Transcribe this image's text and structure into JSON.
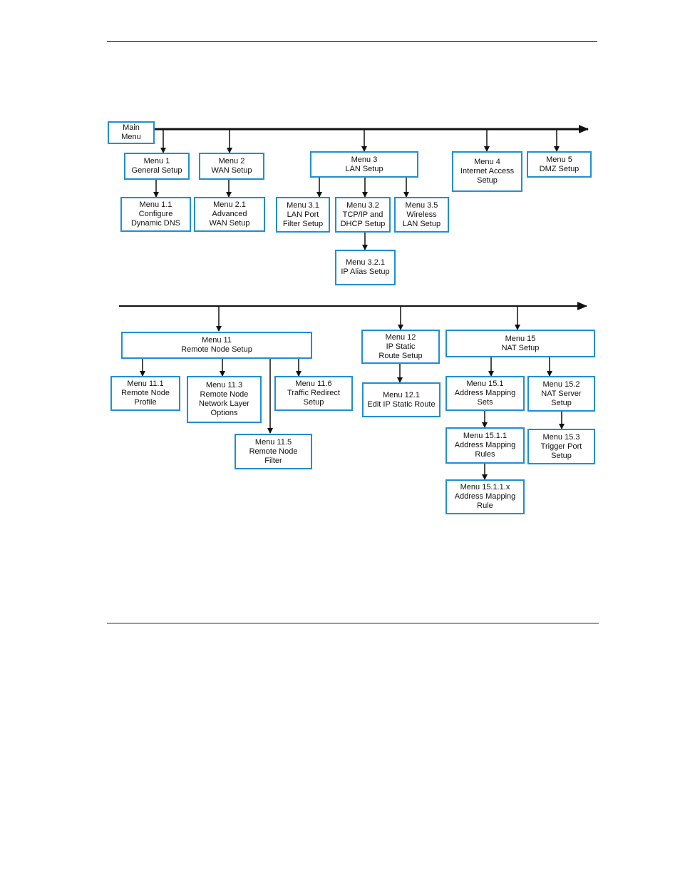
{
  "menus": {
    "main": "Main\nMenu",
    "m1": "Menu 1\nGeneral Setup",
    "m2": "Menu 2\nWAN Setup",
    "m3": "Menu 3\nLAN Setup",
    "m4": "Menu 4\nInternet Access\nSetup",
    "m5": "Menu 5\nDMZ Setup",
    "m1_1": "Menu 1.1\nConfigure\nDynamic DNS",
    "m2_1": "Menu 2.1\nAdvanced\nWAN Setup",
    "m3_1": "Menu 3.1\nLAN Port\nFilter Setup",
    "m3_2": "Menu 3.2\nTCP/IP and\nDHCP Setup",
    "m3_5": "Menu 3.5\nWireless\nLAN Setup",
    "m3_2_1": "Menu 3.2.1\nIP Alias  Setup",
    "m11": "Menu 11\nRemote Node Setup",
    "m12": "Menu 12\nIP Static\nRoute Setup",
    "m15": "Menu 15\nNAT Setup",
    "m11_1": "Menu 11.1\nRemote Node\nProfile",
    "m11_3": "Menu 11.3\nRemote Node\nNetwork Layer\nOptions",
    "m11_6": "Menu 11.6\nTraffic Redirect\nSetup",
    "m11_5": "Menu 11.5\nRemote Node\nFilter",
    "m12_1": "Menu 12.1\nEdit IP Static Route",
    "m15_1": "Menu 15.1\nAddress Mapping\nSets",
    "m15_2": "Menu 15.2\nNAT Server\nSetup",
    "m15_1_1": "Menu 15.1.1\nAddress Mapping\nRules",
    "m15_3": "Menu 15.3\nTrigger Port\nSetup",
    "m15_1_1_x": "Menu 15.1.1.x\nAddress Mapping\nRule"
  },
  "colors": {
    "box_border": "#1e8fd6",
    "line": "#111111"
  }
}
